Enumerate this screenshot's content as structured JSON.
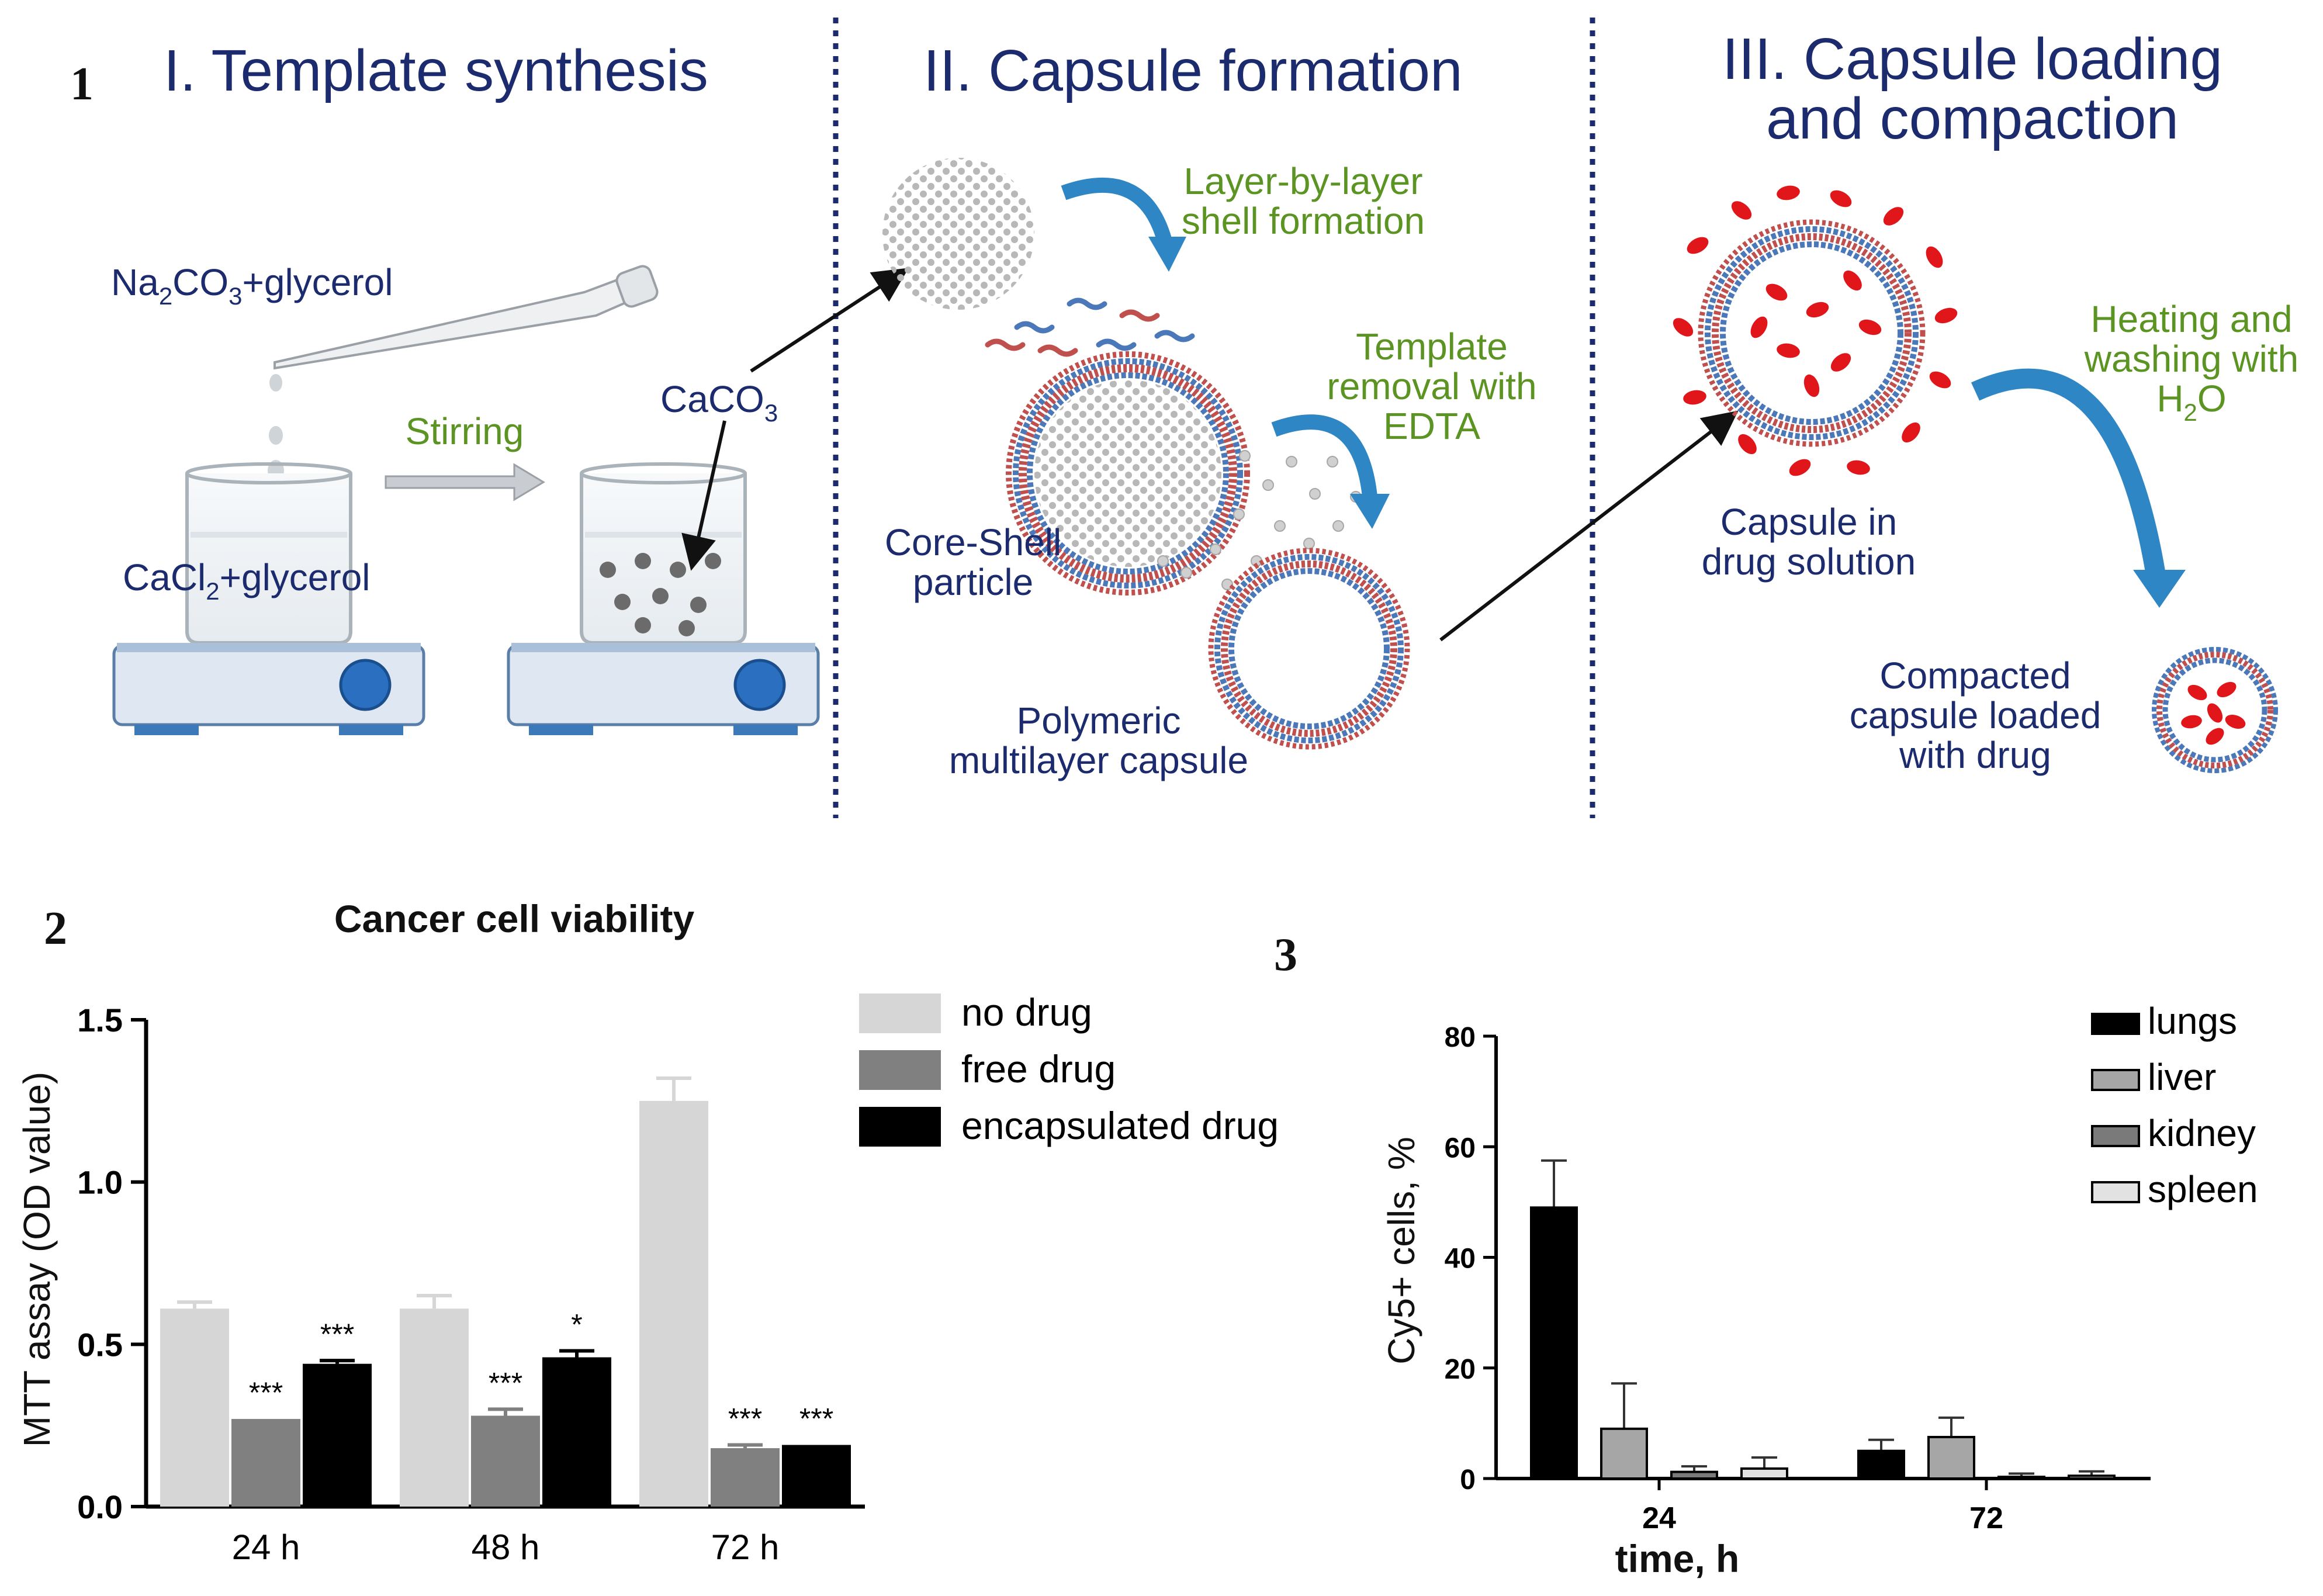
{
  "panel1": {
    "number": "1",
    "section1_title": "I. Template synthesis",
    "section2_title": "II. Capsule formation",
    "section3_title_line1": "III. Capsule loading",
    "section3_title_line2": "and compaction",
    "na2co3_a": "Na",
    "na2co3_b": "2",
    "na2co3_c": "CO",
    "na2co3_d": "3",
    "na2co3_e": "+glycerol",
    "stirring": "Stirring",
    "cacl2_a": "CaCl",
    "cacl2_b": "2",
    "cacl2_c": "+glycerol",
    "caco3_a": "CaCO",
    "caco3_b": "3",
    "lbl_line1": "Layer-by-layer",
    "lbl_line2": "shell formation",
    "core_line1": "Core-Shell",
    "core_line2": "particle",
    "template_line1": "Template",
    "template_line2": "removal with",
    "template_line3": "EDTA",
    "poly_line1": "Polymeric",
    "poly_line2": "multilayer capsule",
    "heat_line1": "Heating and",
    "heat_line2": "washing with",
    "heat_h2o_a": "H",
    "heat_h2o_b": "2",
    "heat_h2o_c": "O",
    "capsule_line1": "Capsule in",
    "capsule_line2": "drug solution",
    "compact_line1": "Compacted",
    "compact_line2": "capsule loaded",
    "compact_line3": "with drug",
    "colors": {
      "navy": "#1c2a6e",
      "green": "#5b9422",
      "arrow_blue": "#2f86c4",
      "shell_red": "#c0504d",
      "shell_blue": "#4a78b8",
      "drug_red": "#e0161b"
    }
  },
  "chart_data": [
    {
      "panel": "2",
      "type": "bar",
      "title": "Cancer cell viability",
      "ylabel": "MTT assay (OD value)",
      "xlabel": "",
      "ylim": [
        0,
        1.5
      ],
      "yticks": [
        "0.0",
        "0.5",
        "1.0",
        "1.5"
      ],
      "categories": [
        "24 h",
        "48 h",
        "72 h"
      ],
      "series": [
        {
          "name": "no drug",
          "color": "#d6d6d6",
          "values": [
            0.61,
            0.61,
            1.25
          ],
          "errors": [
            0.02,
            0.04,
            0.07
          ],
          "sig": [
            "",
            "",
            ""
          ]
        },
        {
          "name": "free drug",
          "color": "#808080",
          "values": [
            0.27,
            0.28,
            0.18
          ],
          "errors": [
            0.0,
            0.02,
            0.01
          ],
          "sig": [
            "***",
            "***",
            "***"
          ]
        },
        {
          "name": "encapsulated drug",
          "color": "#000000",
          "values": [
            0.44,
            0.46,
            0.19
          ],
          "errors": [
            0.01,
            0.02,
            0.0
          ],
          "sig": [
            "***",
            "*",
            "***"
          ]
        }
      ],
      "legend": "top-right"
    },
    {
      "panel": "3",
      "type": "bar",
      "title": "",
      "ylabel": "Cy5+ cells, %",
      "xlabel": "time, h",
      "ylim": [
        0,
        80
      ],
      "yticks": [
        "0",
        "20",
        "40",
        "60",
        "80"
      ],
      "categories": [
        "24",
        "72"
      ],
      "series": [
        {
          "name": "lungs",
          "color": "#000000",
          "values": [
            49,
            5
          ],
          "errors": [
            8.5,
            2
          ]
        },
        {
          "name": "liver",
          "color": "#a6a6a6",
          "values": [
            9,
            7.5
          ],
          "errors": [
            8.2,
            3.5
          ]
        },
        {
          "name": "kidney",
          "color": "#7a7a7a",
          "values": [
            1.2,
            0.3
          ],
          "errors": [
            1.0,
            0.6
          ]
        },
        {
          "name": "spleen",
          "color": "#e2e2e2",
          "values": [
            1.8,
            0.5
          ],
          "errors": [
            2.0,
            0.8
          ]
        }
      ],
      "legend": "top-right"
    }
  ],
  "panel2_number": "2",
  "panel3_number": "3"
}
